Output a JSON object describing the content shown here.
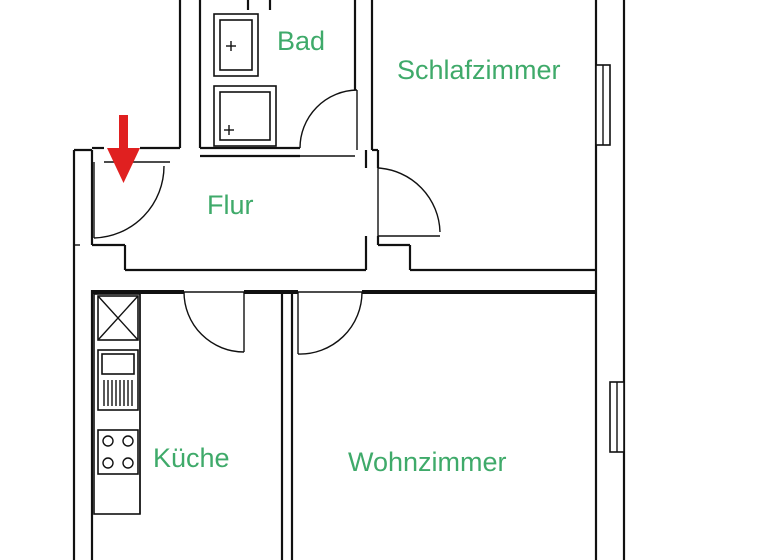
{
  "rooms": {
    "bad": "Bad",
    "schlafzimmer": "Schlafzimmer",
    "flur": "Flur",
    "kueche": "Küche",
    "wohnzimmer": "Wohnzimmer"
  },
  "colors": {
    "label": "#3faa6a",
    "entrance_arrow": "#e02020",
    "walls": "#111111"
  },
  "icons": {
    "entrance": "down-arrow-icon"
  }
}
